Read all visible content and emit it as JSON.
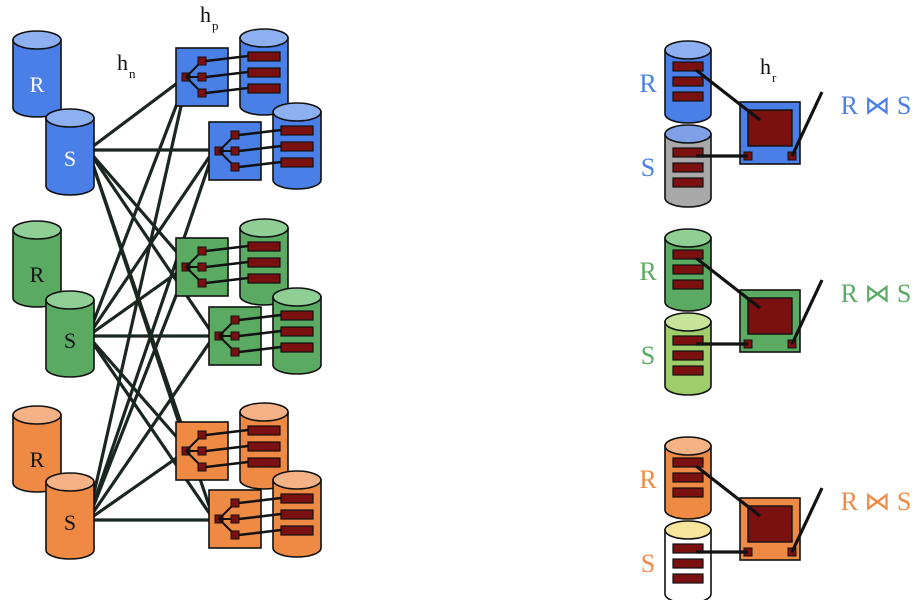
{
  "labels": {
    "h_n": "h",
    "h_n_sub": "n",
    "h_p": "h",
    "h_p_sub": "p",
    "h_r": "h",
    "h_r_sub": "r",
    "relation_r": "R",
    "relation_s": "S",
    "join_result": "R ⋈ S"
  },
  "groups": [
    {
      "name": "blue",
      "color": "#4a7fe8",
      "light": "#8cb0f2",
      "r_color": "#4a7fe8",
      "s_color": "#a9a9a9",
      "s_top": "#7fa0e6",
      "text_color": "#4a7fe8"
    },
    {
      "name": "green",
      "color": "#5aaa62",
      "light": "#8fcf95",
      "r_color": "#5aaa62",
      "s_color": "#9fcd6a",
      "s_top": "#c7e49a",
      "text_color": "#5aaa62"
    },
    {
      "name": "orange",
      "color": "#ef8a45",
      "light": "#f5b286",
      "r_color": "#ef8a45",
      "s_color": "#ffffff",
      "s_top": "#f6e59a",
      "text_color": "#ef8a45"
    }
  ],
  "colors": {
    "stroke": "#111111",
    "bucket": "#7a1010",
    "network_line": "#1a261f"
  }
}
